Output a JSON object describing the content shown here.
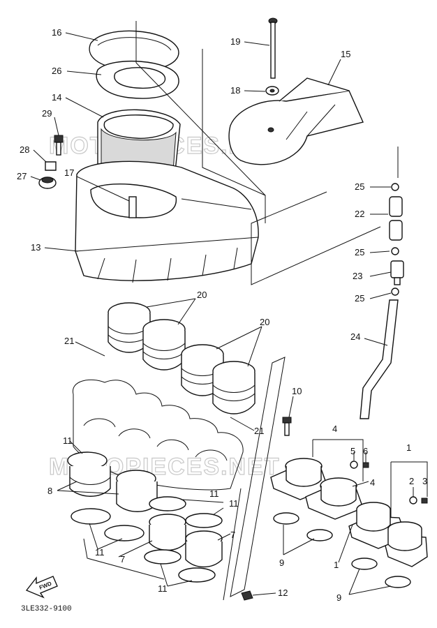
{
  "diagram": {
    "code": "3LE332-9100",
    "front_label": "FWD",
    "watermark": "MOTOPIECES.NET",
    "callouts": {
      "c16": "16",
      "c26": "26",
      "c14": "14",
      "c29": "29",
      "c28": "28",
      "c27": "27",
      "c17": "17",
      "c13": "13",
      "c19": "19",
      "c18": "18",
      "c15": "15",
      "c25a": "25",
      "c22": "22",
      "c25b": "25",
      "c23": "23",
      "c25c": "25",
      "c24": "24",
      "c20a": "20",
      "c20b": "20",
      "c21a": "21",
      "c21b": "21",
      "c10": "10",
      "c4a": "4",
      "c5": "5",
      "c6": "6",
      "c4b": "4",
      "c1a": "1",
      "c2": "2",
      "c3": "3",
      "c11a": "11",
      "c8": "8",
      "c11b": "11",
      "c11c": "11",
      "c7a": "7",
      "c7b": "7",
      "c11d": "11",
      "c11e": "11",
      "c9a": "9",
      "c1b": "1",
      "c9b": "9",
      "c12": "12"
    }
  }
}
